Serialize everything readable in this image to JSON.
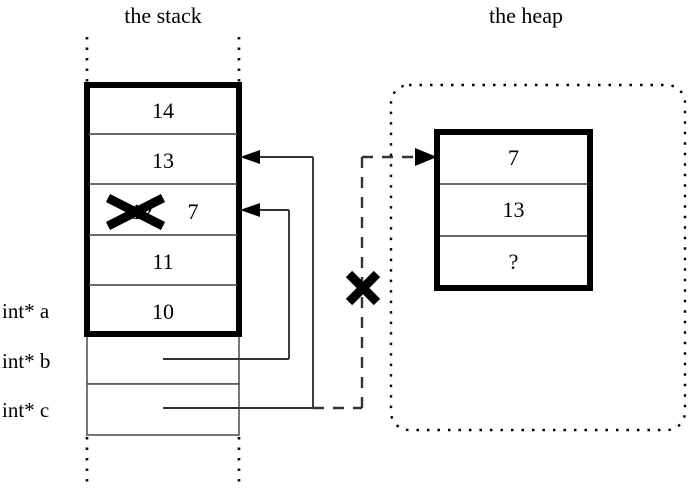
{
  "titles": {
    "stack": "the stack",
    "heap": "the heap"
  },
  "stack": {
    "frame_cells": [
      {
        "value": "14",
        "crossed": false
      },
      {
        "value": "13",
        "crossed": false
      },
      {
        "value": "12",
        "crossed": true,
        "replacement": "7"
      },
      {
        "value": "11",
        "crossed": false
      },
      {
        "value": "10",
        "crossed": false
      }
    ],
    "pointer_labels": [
      {
        "name": "a",
        "label": "int* a"
      },
      {
        "name": "b",
        "label": "int* b"
      },
      {
        "name": "c",
        "label": "int* c"
      }
    ]
  },
  "heap": {
    "cells": [
      {
        "value": "7"
      },
      {
        "value": "13"
      },
      {
        "value": "?"
      }
    ]
  },
  "annotations": {
    "cross_mark": "✕",
    "stack_cell_cross": "✕",
    "broken_link_note": "✕"
  },
  "colors": {
    "ink": "#000000",
    "background": "#ffffff",
    "rule": "#555555"
  }
}
